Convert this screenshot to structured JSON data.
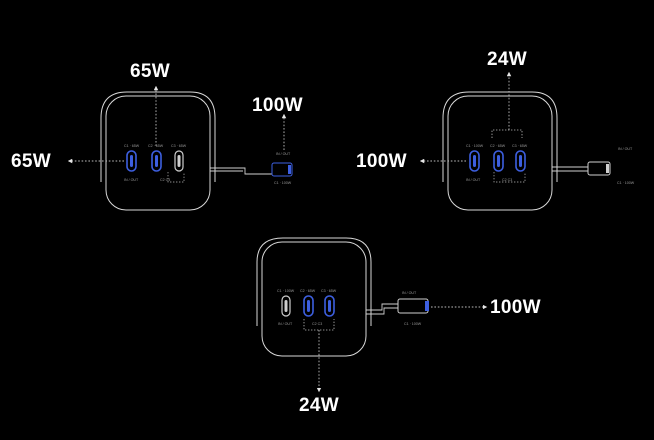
{
  "colors": {
    "background": "#000000",
    "outline": "#d8d8d8",
    "port_active": "#3d5fe0",
    "port_idle": "#cfcfcf",
    "dotted": "#bdbdbd"
  },
  "diagrams": [
    {
      "name": "two-c-ports-and-passthrough",
      "labels": {
        "top": "65W",
        "left": "65W",
        "cable": "100W"
      },
      "port_labels": [
        "C1 · 65W",
        "C2 · 65W",
        "C3 · 65W"
      ],
      "port_active": [
        true,
        true,
        false
      ],
      "sublabel_left": "IN / OUT",
      "sublabel_right": "C2 C3",
      "cable_top": "IN / OUT",
      "cable_bottom": "C1 · 100W"
    },
    {
      "name": "c1-full-power",
      "labels": {
        "top": "24W",
        "left": "100W"
      },
      "port_labels": [
        "C1 · 100W",
        "C2 · 65W",
        "C3 · 65W"
      ],
      "port_active": [
        true,
        true,
        true
      ],
      "sublabel_left": "IN / OUT",
      "sublabel_right": "C2 C3",
      "cable_top": "IN / OUT",
      "cable_bottom": "C1 · 100W"
    },
    {
      "name": "passthrough-100w",
      "labels": {
        "bottom": "24W",
        "right": "100W"
      },
      "port_labels": [
        "C1 · 100W",
        "C2 · 65W",
        "C3 · 65W"
      ],
      "port_active": [
        false,
        true,
        true
      ],
      "sublabel_left": "IN / OUT",
      "sublabel_right": "C2 C3",
      "cable_top": "IN / OUT",
      "cable_bottom": "C1 · 100W"
    }
  ]
}
